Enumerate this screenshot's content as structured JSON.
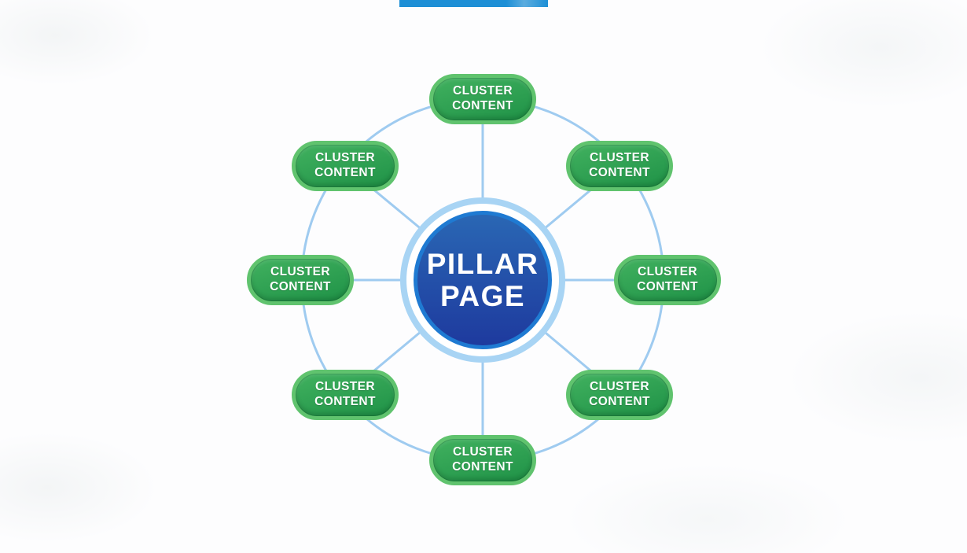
{
  "hub": {
    "label": [
      "PILLAR",
      "PAGE"
    ]
  },
  "clusters": [
    {
      "id": "top",
      "label": [
        "CLUSTER",
        "CONTENT"
      ]
    },
    {
      "id": "top-right",
      "label": [
        "CLUSTER",
        "CONTENT"
      ]
    },
    {
      "id": "right",
      "label": [
        "CLUSTER",
        "CONTENT"
      ]
    },
    {
      "id": "bottom-right",
      "label": [
        "CLUSTER",
        "CONTENT"
      ]
    },
    {
      "id": "bottom",
      "label": [
        "CLUSTER",
        "CONTENT"
      ]
    },
    {
      "id": "bottom-left",
      "label": [
        "CLUSTER",
        "CONTENT"
      ]
    },
    {
      "id": "left",
      "label": [
        "CLUSTER",
        "CONTENT"
      ]
    },
    {
      "id": "top-left",
      "label": [
        "CLUSTER",
        "CONTENT"
      ]
    }
  ],
  "colors": {
    "background": "#fdfdfe",
    "banner": "#1d8fd6",
    "connector": "#9fcbf0",
    "node_fill_top": "#41b15f",
    "node_fill_bottom": "#1f9247",
    "node_border": "#60c36e",
    "node_text": "#ffffff",
    "hub_outer_ring": "#a8d4f4",
    "hub_azure_ring": "#1f7ad2",
    "hub_fill_top": "#2a67b4",
    "hub_fill_bottom": "#1e3a9e",
    "hub_text": "#ffffff"
  }
}
